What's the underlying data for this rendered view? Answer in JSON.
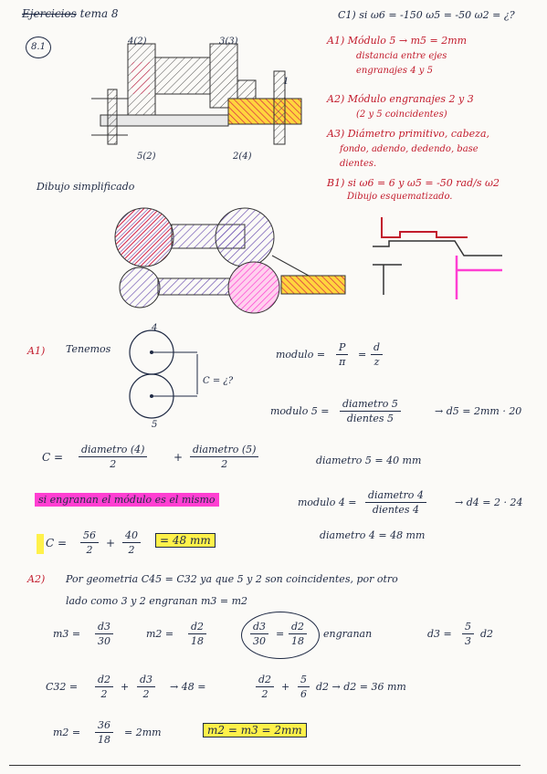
{
  "header": {
    "title_strike": "Ejercicios",
    "title_rest": "tema 8",
    "badge": "8.1",
    "q_c1": "C1) si ω6 = -150   ω5 = -50  ω2 = ¿?"
  },
  "drawing": {
    "label_4_1": "4(2)",
    "label_3_1": "3(3)",
    "label_1": "1",
    "label_5_2": "5(2)",
    "label_2_4": "2(4)"
  },
  "questions": {
    "a1_title": "A1) Módulo 5 → m5 = 2mm",
    "a1_l2": "distancia entre ejes",
    "a1_l3": "engranajes 4 y 5",
    "a2_title": "A2) Módulo engranajes 2 y 3",
    "a2_l2": "(2 y 5 coincidentes)",
    "a3_title": "A3) Diámetro primitivo, cabeza,",
    "a3_l2": "fondo, adendo, dedendo, base",
    "a3_l3": "dientes.",
    "b1_title": "B1) si ω6 = 6  y ω5 = -50 rad/s ω2",
    "b1_l2": "Dibujo esquematizado."
  },
  "simplified": {
    "label": "Dibujo simplificado"
  },
  "a1": {
    "label": "A1)",
    "tenemos": "Tenemos",
    "gear_top": "4",
    "gear_bottom": "5",
    "c_q": "C = ¿?",
    "mod_label": "modulo =",
    "mod_num": "P",
    "mod_den": "π",
    "eq": "=",
    "mod_num2": "d",
    "mod_den2": "z",
    "mod5_label": "modulo 5 =",
    "mod5_num": "diametro 5",
    "mod5_den": "dientes 5",
    "mod5_res": "→ d5 = 2mm · 20",
    "diam5": "diametro 5 = 40 mm",
    "c_label": "C =",
    "c_num1": "diametro (4)",
    "c_den1": "2",
    "plus": "+",
    "c_num2": "diametro (5)",
    "c_den2": "2",
    "engranan": "si engranan el módulo es el mismo",
    "mod4_label": "modulo 4 =",
    "mod4_num": "diametro 4",
    "mod4_den": "dientes 4",
    "mod4_res": "→ d4 = 2 · 24",
    "diam4": "diametro 4 = 48 mm",
    "res_c": "C =",
    "res_n1": "56",
    "res_d1": "2",
    "res_n2": "40",
    "res_d2": "2",
    "res_val": "= 48 mm"
  },
  "a2": {
    "label": "A2)",
    "line1": "Por geometria C45 =  C32  ya que 5 y 2 son coincidentes, por otro",
    "line2": "lado como  3 y 2  engranan   m3 = m2",
    "m3_label": "m3 =",
    "m3_num": "d3",
    "m3_den": "30",
    "m2_label": "m2 =",
    "m2_num": "d2",
    "m2_den": "18",
    "ring_n1": "d3",
    "ring_d1": "30",
    "ring_eq": "=",
    "ring_n2": "d2",
    "ring_d2": "18",
    "ring_note": "engranan",
    "d3_label": "d3 =",
    "d3_num": "5",
    "d3_den": "3",
    "d3_tail": "d2",
    "c32_label": "C32 =",
    "c32_n1": "d2",
    "c32_d1": "2",
    "c32_n2": "d3",
    "c32_d2": "2",
    "c32_arrow": "→  48  =",
    "c32_n3": "d2",
    "c32_d3": "2",
    "c32_plus": "+",
    "c32_n4": "5",
    "c32_d4": "6",
    "c32_res": "d2  →  d2 = 36 mm",
    "m2b_label": "m2 =",
    "m2b_num": "36",
    "m2b_den": "18",
    "m2b_res": "= 2mm",
    "final": "m2 = m3 = 2mm"
  },
  "colors": {
    "ink": "#1f2a44",
    "red": "#c21b2c",
    "pink": "#ff3fd2",
    "yellow": "#fff14a",
    "purple": "#6a4fb0"
  }
}
